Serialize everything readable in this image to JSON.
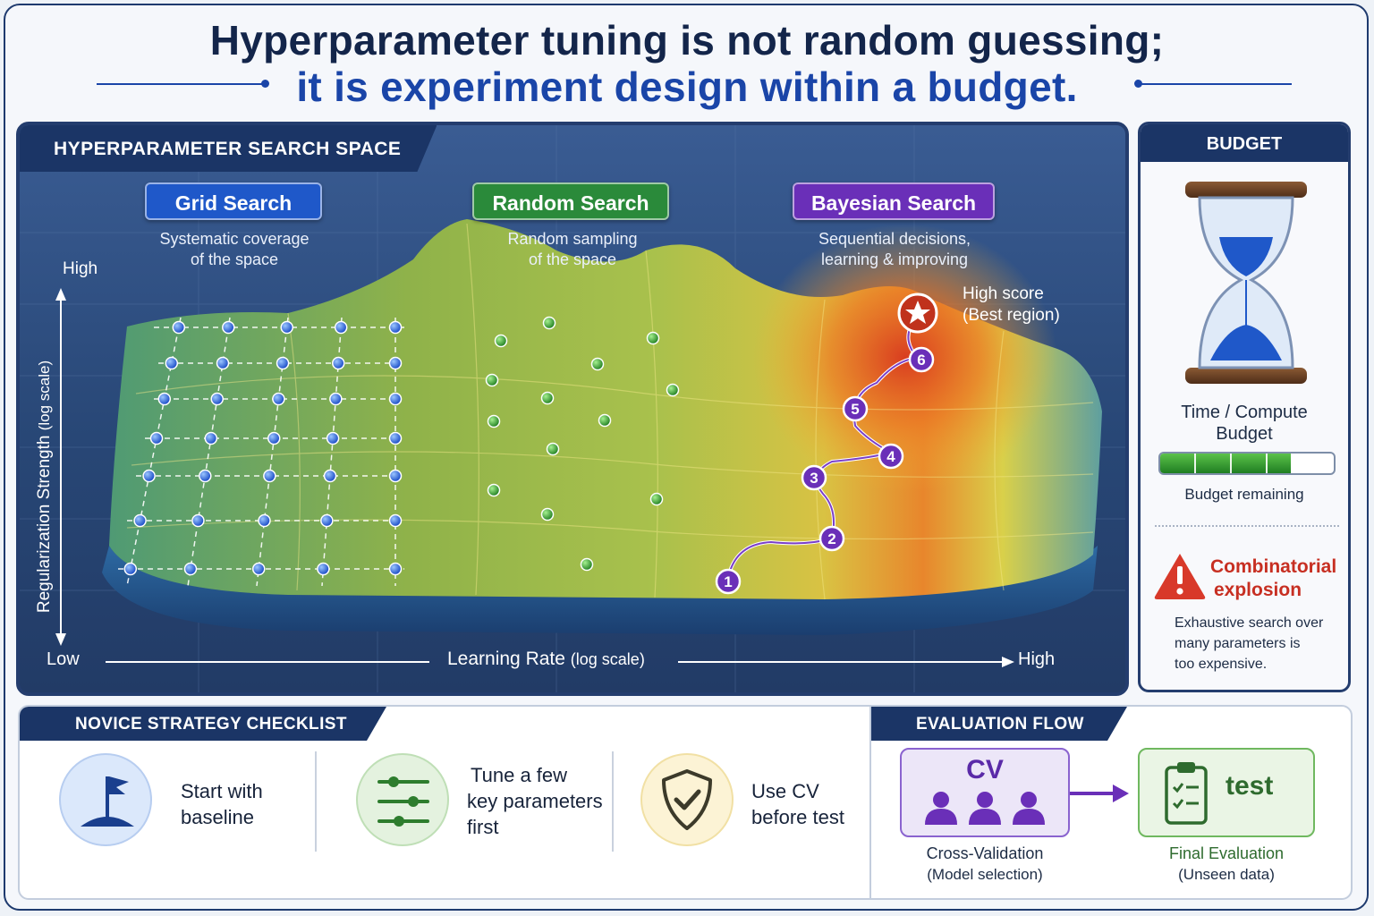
{
  "header": {
    "line1": "Hyperparameter tuning is not random guessing;",
    "line2": "it is experiment design within a budget."
  },
  "search_space": {
    "title": "HYPERPARAMETER SEARCH SPACE",
    "methods": [
      {
        "label": "Grid Search",
        "desc1": "Systematic coverage",
        "desc2": "of the space",
        "color": "#1f58c9"
      },
      {
        "label": "Random Search",
        "desc1": "Random sampling",
        "desc2": "of the space",
        "color": "#2a8a3a"
      },
      {
        "label": "Bayesian Search",
        "desc1": "Sequential decisions,",
        "desc2": "learning & improving",
        "color": "#6a2fb8"
      }
    ],
    "y_axis": {
      "label": "Regularization Strength",
      "unit": "(log scale)",
      "high": "High",
      "low": "Low"
    },
    "x_axis": {
      "label": "Learning Rate",
      "unit": "(log scale)",
      "low": "Low",
      "high": "High"
    },
    "best": {
      "line1": "High score",
      "line2": "(Best region)"
    },
    "steps": [
      "1",
      "2",
      "3",
      "4",
      "5",
      "6"
    ]
  },
  "budget": {
    "title": "BUDGET",
    "label1": "Time / Compute",
    "label2": "Budget",
    "remaining_fraction": 0.75,
    "remaining_label": "Budget remaining",
    "warning_title1": "Combinatorial",
    "warning_title2": "explosion",
    "warning_text1": "Exhaustive search over",
    "warning_text2": "many parameters is",
    "warning_text3": "too expensive."
  },
  "checklist": {
    "title": "NOVICE STRATEGY CHECKLIST",
    "items": [
      {
        "line1": "Start with",
        "line2": "baseline",
        "line3": "",
        "icon": "flag-icon"
      },
      {
        "line1": "Tune a few",
        "line2": "key parameters",
        "line3": "first",
        "icon": "sliders-icon"
      },
      {
        "line1": "Use CV",
        "line2": "before test",
        "line3": "",
        "icon": "shield-check-icon"
      }
    ]
  },
  "evaluation": {
    "title": "EVALUATION FLOW",
    "cv_label": "CV",
    "cv_caption1": "Cross-Validation",
    "cv_caption2": "(Model selection)",
    "test_label": "test",
    "test_caption1": "Final Evaluation",
    "test_caption2": "(Unseen data)"
  }
}
